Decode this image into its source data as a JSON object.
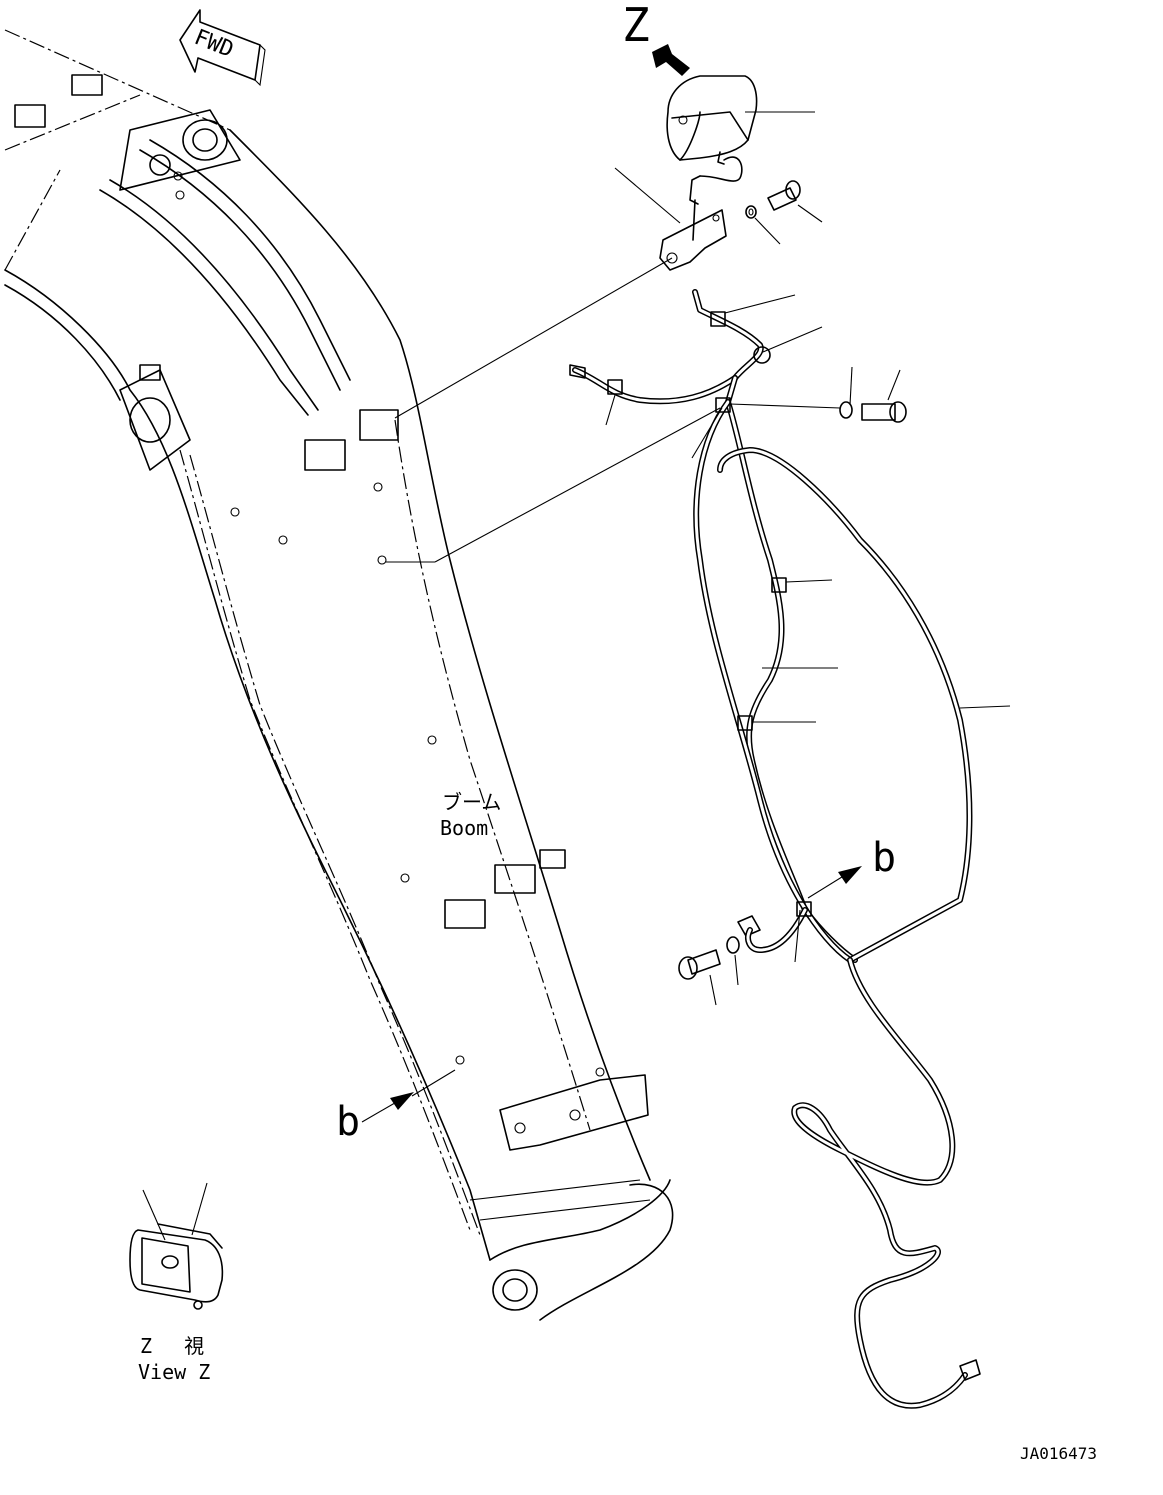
{
  "labels": {
    "z_mark": "Z",
    "fwd": "FWD",
    "boom_jp": "ブーム",
    "boom_en": "Boom",
    "b_right": "b",
    "b_left": "b",
    "view_jp": "Z 視",
    "view_en": "View Z",
    "drawing_id": "JA016473"
  }
}
